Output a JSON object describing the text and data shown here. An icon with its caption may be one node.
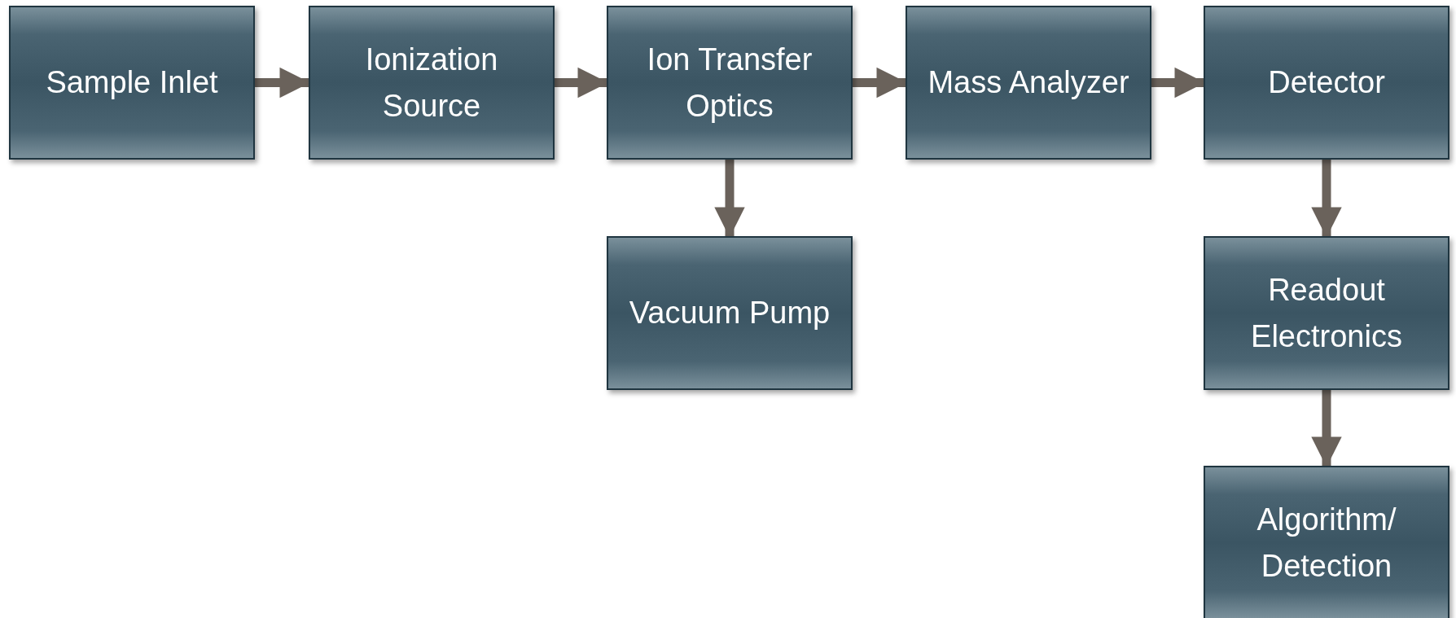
{
  "diagram": {
    "nodes": [
      {
        "text": [
          "Sample Inlet"
        ]
      },
      {
        "text": [
          "Ionization Source"
        ]
      },
      {
        "text": [
          "Ion Transfer Optics"
        ]
      },
      {
        "text": [
          "Mass Analyzer"
        ]
      },
      {
        "text": [
          "Detector"
        ]
      },
      {
        "text": [
          "Vacuum Pump"
        ]
      },
      {
        "text": [
          "Readout Electronics"
        ]
      },
      {
        "text": [
          "Algorithm/ Detection"
        ]
      }
    ],
    "edges": [
      {
        "from": 0,
        "to": 1,
        "arrow": "to"
      },
      {
        "from": 1,
        "to": 2,
        "arrow": "to"
      },
      {
        "from": 2,
        "to": 3,
        "arrow": "to"
      },
      {
        "from": 3,
        "to": 4,
        "arrow": "to"
      },
      {
        "from": 2,
        "to": 5,
        "arrow": "to"
      },
      {
        "from": 4,
        "to": 6,
        "arrow": "to"
      },
      {
        "from": 6,
        "to": 7,
        "arrow": "to"
      }
    ]
  }
}
